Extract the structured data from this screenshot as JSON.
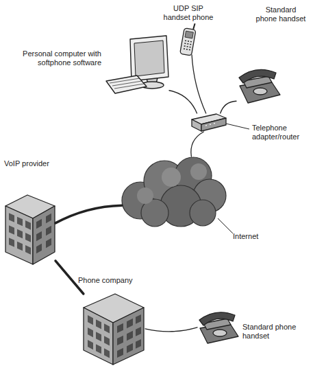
{
  "diagram": {
    "nodes": [
      {
        "text": [
          "UDP SIP handset phone"
        ]
      },
      {
        "text": [
          "Standard phone handset"
        ]
      },
      {
        "text": [
          "Personal computer with softphone software"
        ]
      },
      {
        "text": [
          "Telephone adapter/router"
        ]
      },
      {
        "text": [
          "VoIP provider"
        ]
      },
      {
        "text": [
          "Internet"
        ]
      },
      {
        "text": [
          "Phone company"
        ]
      },
      {
        "text": [
          "Standard phone handset"
        ]
      }
    ],
    "edges": [
      {
        "from": 0,
        "to": 3,
        "arrow": "none"
      },
      {
        "from": 2,
        "to": 3,
        "arrow": "none"
      },
      {
        "from": 1,
        "to": 3,
        "arrow": "none"
      },
      {
        "from": 3,
        "to": 5,
        "arrow": "none"
      },
      {
        "from": 5,
        "to": 4,
        "arrow": "none"
      },
      {
        "from": 4,
        "to": 6,
        "arrow": "none"
      },
      {
        "from": 6,
        "to": 7,
        "arrow": "none"
      }
    ]
  }
}
